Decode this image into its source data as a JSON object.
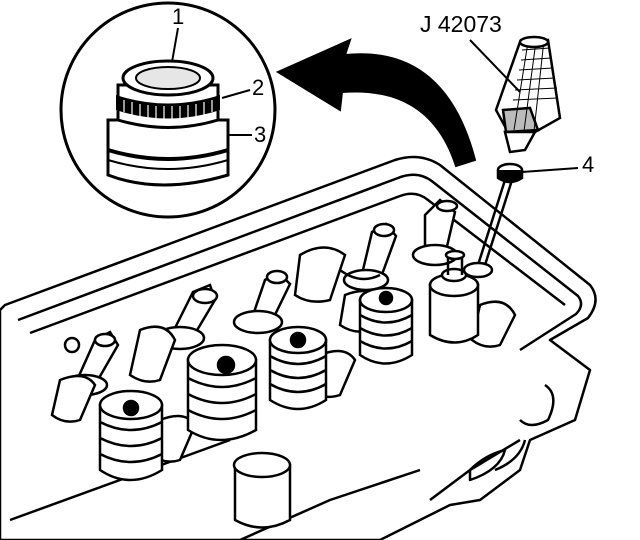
{
  "tool_label": "J 42073",
  "callouts": [
    "1",
    "2",
    "3",
    "4"
  ],
  "colors": {
    "ink": "#000000",
    "paper": "#ffffff",
    "shade": "#e6e6e6"
  }
}
